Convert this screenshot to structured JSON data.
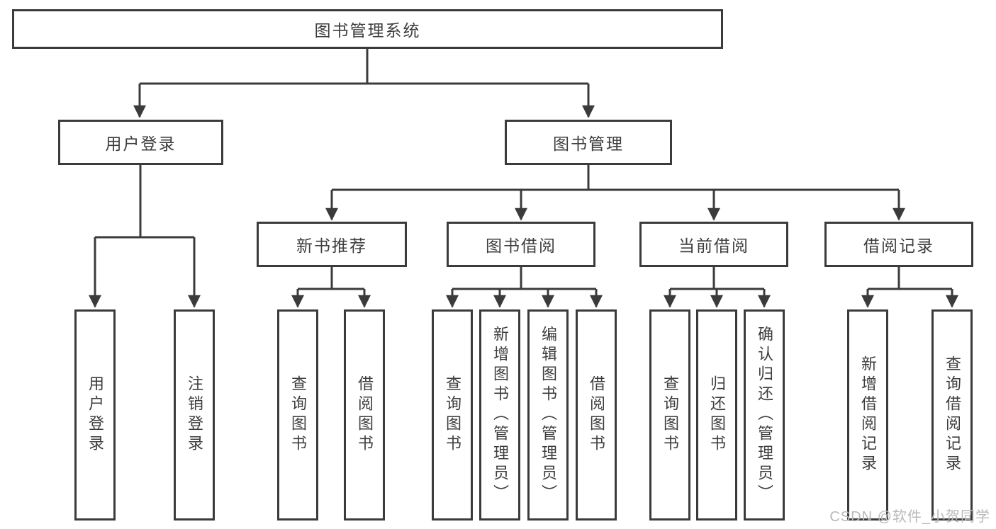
{
  "tree": {
    "label": "图书管理系统",
    "children": [
      {
        "label": "用户登录",
        "children": [
          {
            "label": "用户登录"
          },
          {
            "label": "注销登录"
          }
        ]
      },
      {
        "label": "图书管理",
        "children": [
          {
            "label": "新书推荐",
            "children": [
              {
                "label": "查询图书"
              },
              {
                "label": "借阅图书"
              }
            ]
          },
          {
            "label": "图书借阅",
            "children": [
              {
                "label": "查询图书"
              },
              {
                "label": "新增图书（管理员）"
              },
              {
                "label": "编辑图书（管理员）"
              },
              {
                "label": "借阅图书"
              }
            ]
          },
          {
            "label": "当前借阅",
            "children": [
              {
                "label": "查询图书"
              },
              {
                "label": "归还图书"
              },
              {
                "label": "确认归还（管理员）"
              }
            ]
          },
          {
            "label": "借阅记录",
            "children": [
              {
                "label": "新增借阅记录"
              },
              {
                "label": "查询借阅记录"
              }
            ]
          }
        ]
      }
    ]
  },
  "watermark": {
    "text": "CSDN @软件_小贺同学"
  },
  "colors": {
    "line": "#3b3b3b",
    "box_border": "#3b3b3b",
    "text": "#3d3d3d",
    "watermark": "#b9b9b9",
    "background": "#ffffff"
  }
}
